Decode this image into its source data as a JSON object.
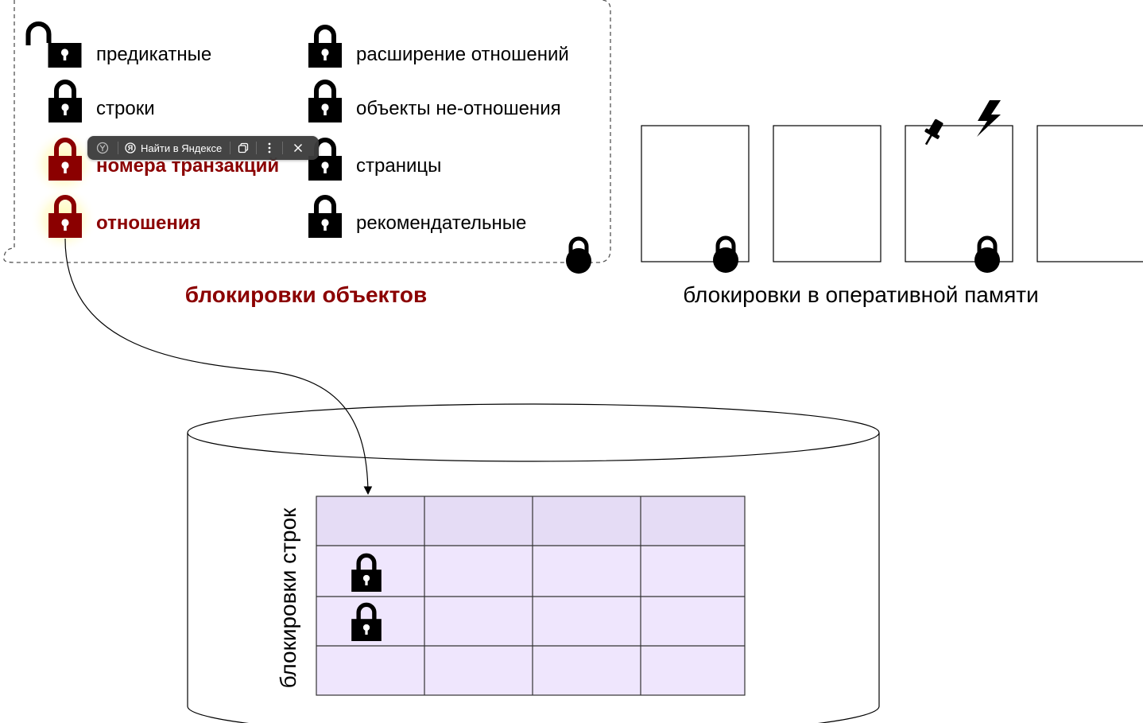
{
  "object_locks": {
    "title": "блокировки объектов",
    "left_column": [
      {
        "label": "предикатные",
        "highlight": false,
        "lock": "open"
      },
      {
        "label": "строки",
        "highlight": false,
        "lock": "closed"
      },
      {
        "label": "номера транзакций",
        "highlight": true,
        "lock": "closed"
      },
      {
        "label": "отношения",
        "highlight": true,
        "lock": "closed"
      }
    ],
    "right_column": [
      {
        "label": "расширение отношений",
        "lock": "closed"
      },
      {
        "label": "объекты не-отношения",
        "lock": "closed"
      },
      {
        "label": "страницы",
        "lock": "closed"
      },
      {
        "label": "рекомендательные",
        "lock": "closed"
      }
    ]
  },
  "memory_locks": {
    "title": "блокировки в оперативной памяти",
    "pages": [
      {
        "lock": true,
        "pin": false,
        "flash": false
      },
      {
        "lock": false,
        "pin": false,
        "flash": false
      },
      {
        "lock": true,
        "pin": true,
        "flash": true
      },
      {
        "lock": false,
        "pin": false,
        "flash": false
      }
    ]
  },
  "row_locks": {
    "title": "блокировки строк",
    "table": {
      "rows": 4,
      "cols": 4,
      "locked_cells": [
        [
          1,
          0
        ],
        [
          2,
          0
        ]
      ]
    }
  },
  "toolbar": {
    "browser_icon": "yandex-browser-icon",
    "search_icon": "yandex-search-icon",
    "search_label": "Найти в Яндексе",
    "copy_icon": "copy-icon",
    "more_icon": "more-vertical-icon",
    "close_icon": "close-icon"
  },
  "colors": {
    "ink": "#000000",
    "highlight": "#8b0000",
    "glow": "#fff9a8",
    "table_header": "#e5dcf5",
    "table_cell": "#efe6fd",
    "table_border": "#333333",
    "toolbar_bg": "#3c3c3c"
  }
}
